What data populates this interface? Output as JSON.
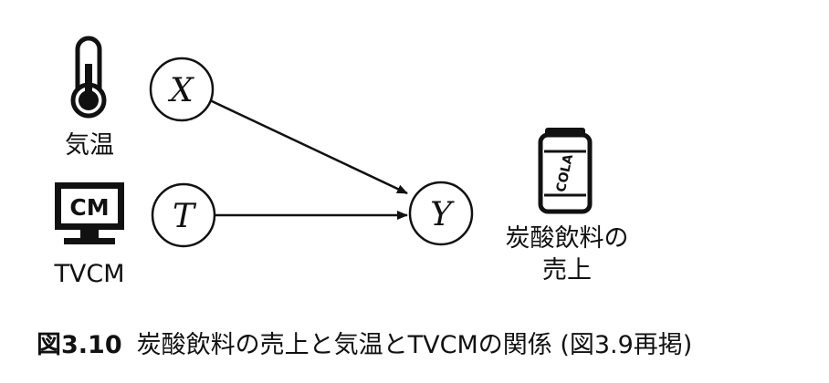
{
  "nodes": {
    "x": {
      "label": "X"
    },
    "t": {
      "label": "T"
    },
    "y": {
      "label": "Y"
    }
  },
  "labels": {
    "temperature": "気温",
    "tvcm": "TVCM",
    "sales_line1": "炭酸飲料の",
    "sales_line2": "売上"
  },
  "icons": {
    "temperature": "thermometer-icon",
    "tvcm": "tv-cm-icon",
    "sales": "cola-can-icon",
    "tv_screen_text": "CM",
    "can_text": "COLA"
  },
  "edges": [
    {
      "from": "X",
      "to": "Y"
    },
    {
      "from": "T",
      "to": "Y"
    }
  ],
  "caption": {
    "figure_number": "図3.10",
    "text": "炭酸飲料の売上と気温とTVCMの関係 (図3.9再掲)"
  }
}
